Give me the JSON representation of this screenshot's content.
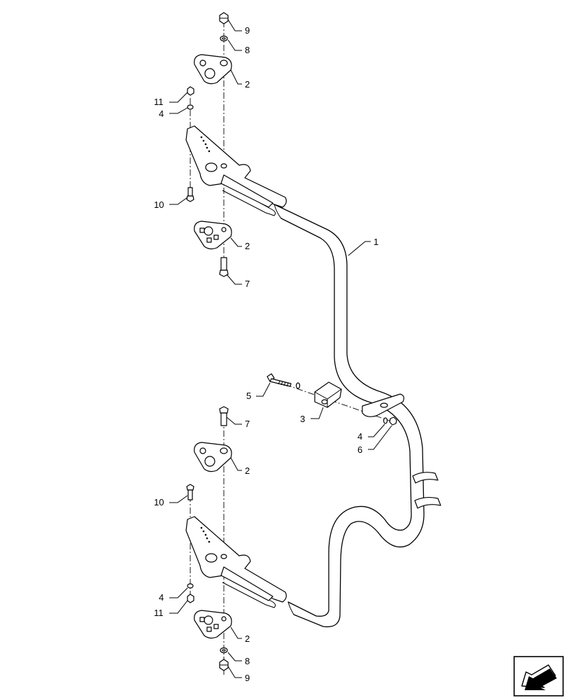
{
  "callouts": {
    "c1": "1",
    "c2a": "2",
    "c2b": "2",
    "c2c": "2",
    "c2d": "2",
    "c3": "3",
    "c4a": "4",
    "c4b": "4",
    "c4c": "4",
    "c5": "5",
    "c6": "6",
    "c7a": "7",
    "c7b": "7",
    "c8a": "8",
    "c8b": "8",
    "c9a": "9",
    "c9b": "9",
    "c10a": "10",
    "c10b": "10",
    "c11a": "11",
    "c11b": "11"
  },
  "icons": {
    "nav": "previous-arrow-icon"
  }
}
